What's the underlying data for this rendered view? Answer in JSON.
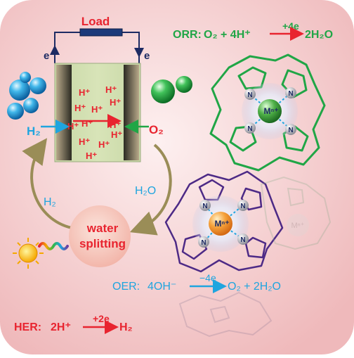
{
  "colors": {
    "background_inner": "#fbe6e6",
    "background_outer": "#f0bcbc",
    "red": "#e8242f",
    "blue": "#1fa5df",
    "green": "#20a646",
    "purple": "#4d2a86",
    "navy": "#1d2b63",
    "olive": "#9a8d57"
  },
  "cell": {
    "load_label": "Load",
    "electron_left": "e",
    "electron_right": "e",
    "protons": [
      "H⁺",
      "H⁺",
      "H⁺",
      "H⁺",
      "H⁺",
      "H⁺",
      "H⁺",
      "H⁺",
      "H⁺",
      "H⁺",
      "H⁺",
      "H⁺"
    ],
    "h2_in": "H₂",
    "o2_in": "O₂"
  },
  "cycle": {
    "h2_label": "H₂",
    "h2o_label": "H₂O",
    "splitting_line1": "water",
    "splitting_line2": "splitting"
  },
  "orr": {
    "name": "ORR:",
    "reactants": "O₂ + 4H⁺",
    "over_arrow": "+4e",
    "products": "2H₂O"
  },
  "oer": {
    "name": "OER:",
    "reactants": "4OH⁻",
    "over_arrow": "−4e",
    "products": "O₂ + 2H₂O"
  },
  "her": {
    "name": "HER:",
    "reactants": "2H⁺",
    "over_arrow": "+2e",
    "products": "H₂"
  },
  "green_complex": {
    "metal": "Mⁿ⁺",
    "n_labels": [
      "N",
      "N",
      "N",
      "N"
    ]
  },
  "purple_complex": {
    "metal": "Mⁿ⁺",
    "n_labels": [
      "N",
      "N",
      "N",
      "N"
    ]
  },
  "reflection_metal": "Mⁿ⁺"
}
